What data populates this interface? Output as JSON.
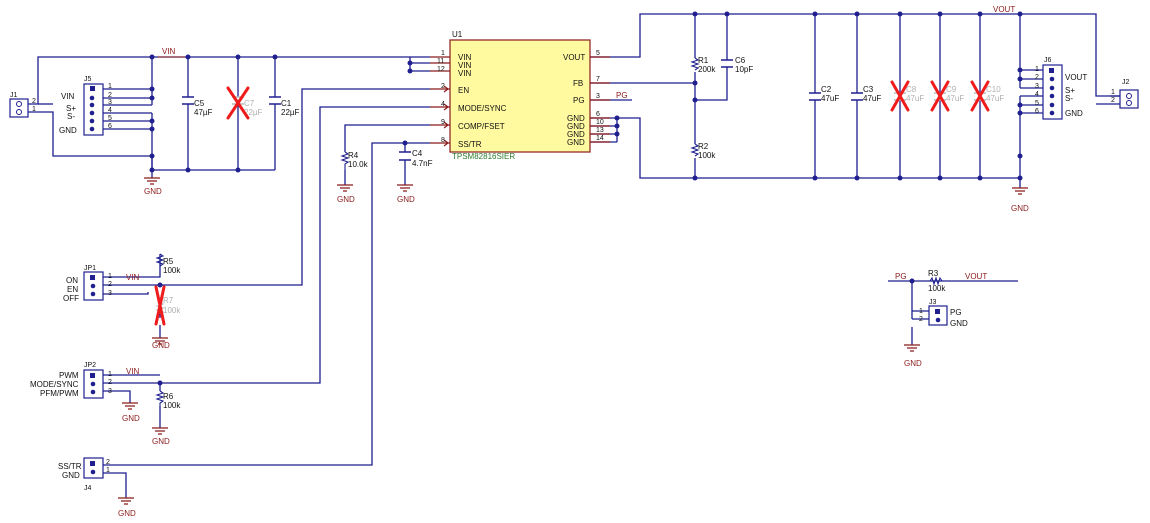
{
  "nets": {
    "vin": "VIN",
    "vout": "VOUT",
    "pg": "PG",
    "gnd": "GND"
  },
  "ic": {
    "ref": "U1",
    "part": "TPSM82816SIER",
    "left_pins": [
      {
        "num": "1",
        "name": "VIN"
      },
      {
        "num": "11",
        "name": "VIN"
      },
      {
        "num": "12",
        "name": "VIN"
      },
      {
        "num": "2",
        "name": "EN"
      },
      {
        "num": "4",
        "name": "MODE/SYNC"
      },
      {
        "num": "9",
        "name": "COMP/FSET"
      },
      {
        "num": "8",
        "name": "SS/TR"
      }
    ],
    "right_pins": [
      {
        "num": "5",
        "name": "VOUT"
      },
      {
        "num": "7",
        "name": "FB"
      },
      {
        "num": "3",
        "name": "PG"
      },
      {
        "num": "6",
        "name": "GND"
      },
      {
        "num": "10",
        "name": "GND"
      },
      {
        "num": "13",
        "name": "GND"
      },
      {
        "num": "14",
        "name": "GND"
      }
    ]
  },
  "connectors": {
    "j1": {
      "ref": "J1",
      "pins": [
        "2",
        "1"
      ]
    },
    "j2": {
      "ref": "J2",
      "pins": [
        "1",
        "2"
      ]
    },
    "j3": {
      "ref": "J3",
      "pins": [
        "1",
        "2"
      ],
      "labels": [
        "PG",
        "GND"
      ]
    },
    "j4": {
      "ref": "J4",
      "pins": [
        "2",
        "1"
      ],
      "labels": [
        "SS/TR",
        "GND"
      ]
    },
    "j5": {
      "ref": "J5",
      "pins": [
        "1",
        "2",
        "3",
        "4",
        "5",
        "6"
      ],
      "labels": [
        "VIN",
        "S+",
        "S-",
        "GND"
      ]
    },
    "j6": {
      "ref": "J6",
      "pins": [
        "1",
        "2",
        "3",
        "4",
        "5",
        "6"
      ],
      "labels": [
        "VOUT",
        "S+",
        "S-",
        "GND"
      ]
    },
    "jp1": {
      "ref": "JP1",
      "pins": [
        "1",
        "2",
        "3"
      ],
      "labels": [
        "ON",
        "EN",
        "OFF"
      ]
    },
    "jp2": {
      "ref": "JP2",
      "pins": [
        "1",
        "2",
        "3"
      ],
      "labels": [
        "PWM",
        "MODE/SYNC",
        "PFM/PWM"
      ]
    }
  },
  "components": {
    "c5": {
      "ref": "C5",
      "val": "47µF"
    },
    "c7": {
      "ref": "C7",
      "val": "22µF"
    },
    "c1": {
      "ref": "C1",
      "val": "22µF"
    },
    "c6": {
      "ref": "C6",
      "val": "10pF"
    },
    "c2": {
      "ref": "C2",
      "val": "47uF"
    },
    "c3": {
      "ref": "C3",
      "val": "47uF"
    },
    "c8": {
      "ref": "C8",
      "val": "47uF"
    },
    "c9": {
      "ref": "C9",
      "val": "47uF"
    },
    "c10": {
      "ref": "C10",
      "val": "47uF"
    },
    "c4": {
      "ref": "C4",
      "val": "4.7nF"
    },
    "r1": {
      "ref": "R1",
      "val": "200k"
    },
    "r2": {
      "ref": "R2",
      "val": "100k"
    },
    "r3": {
      "ref": "R3",
      "val": "100k"
    },
    "r4": {
      "ref": "R4",
      "val": "10.0k"
    },
    "r5": {
      "ref": "R5",
      "val": "100k"
    },
    "r6": {
      "ref": "R6",
      "val": "100k"
    },
    "r7": {
      "ref": "R7",
      "val": "100k"
    }
  },
  "colors": {
    "wire": "#1f1f8f",
    "pin": "#8b1a1a",
    "ic_fill": "#fffaa0",
    "dnp_cross": "#ee1c1c",
    "part_text": "#2d7a2d"
  }
}
